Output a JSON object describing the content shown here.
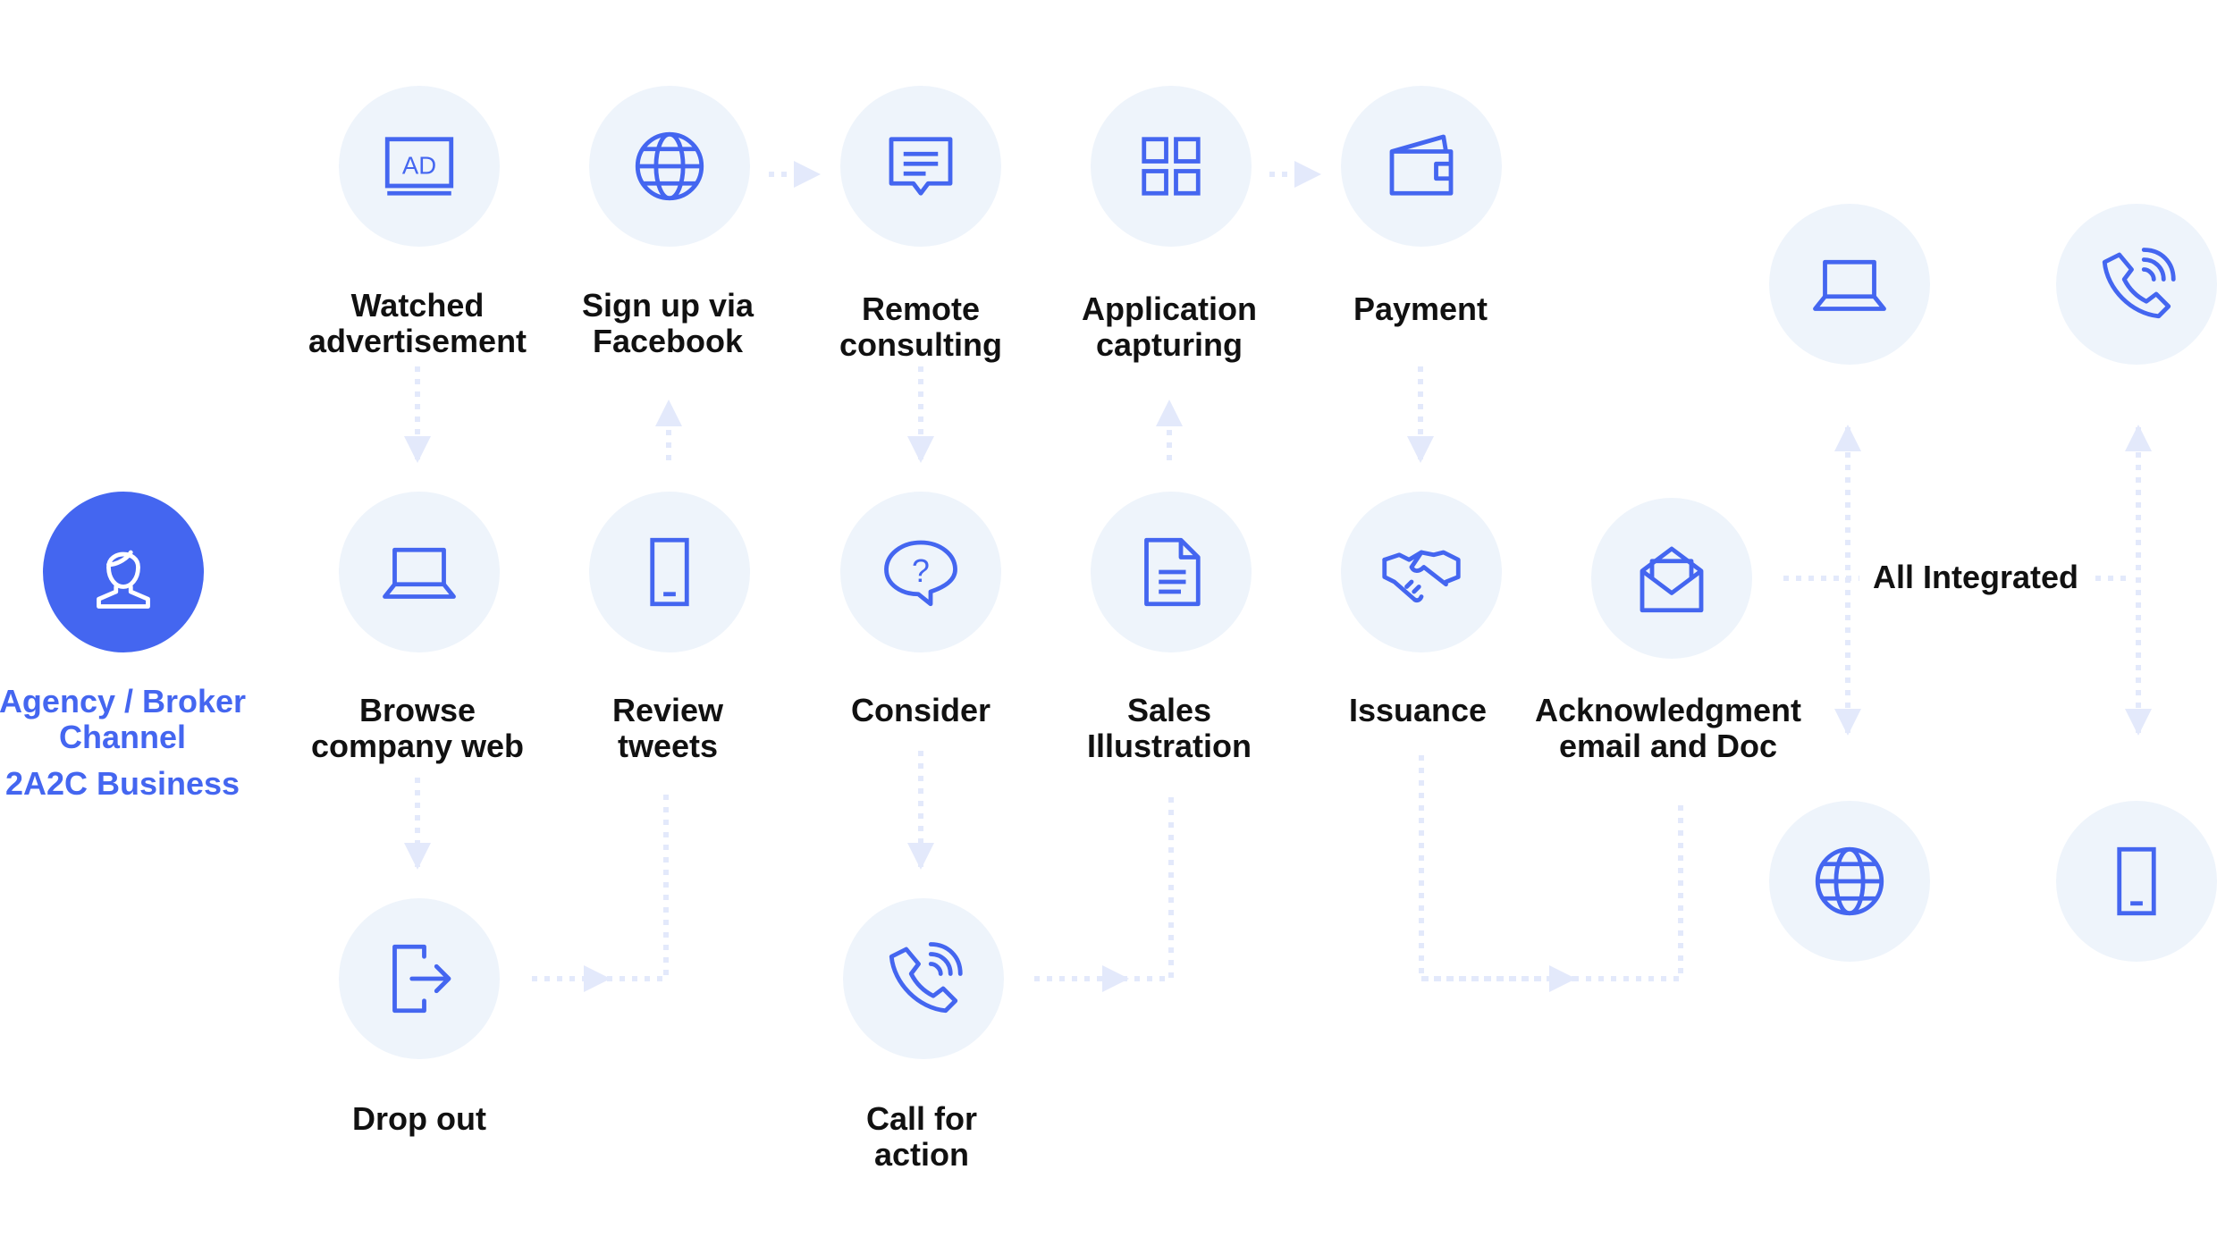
{
  "colors": {
    "accent": "#4466f0",
    "node_bg": "#eef4fb",
    "connector": "#e3e9fb",
    "text": "#111111"
  },
  "source": {
    "icon": "woman-avatar-icon",
    "lines": [
      "Agency / Broker",
      "Channel",
      "2A2C Business"
    ]
  },
  "steps": {
    "watched_ad": {
      "icon": "ad-screen-icon",
      "lines": [
        "Watched",
        "advertisement"
      ]
    },
    "signup_facebook": {
      "icon": "globe-icon",
      "lines": [
        "Sign up via",
        "Facebook"
      ]
    },
    "remote_consulting": {
      "icon": "chat-message-icon",
      "lines": [
        "Remote",
        "consulting"
      ]
    },
    "application_capturing": {
      "icon": "grid-icon",
      "lines": [
        "Application",
        "capturing"
      ]
    },
    "payment": {
      "icon": "wallet-icon",
      "lines": [
        "Payment"
      ]
    },
    "browse_web": {
      "icon": "laptop-icon",
      "lines": [
        "Browse",
        "company web"
      ]
    },
    "review_tweets": {
      "icon": "mobile-phone-icon",
      "lines": [
        "Review",
        "tweets"
      ]
    },
    "consider": {
      "icon": "question-bubble-icon",
      "lines": [
        "Consider"
      ]
    },
    "sales_illustration": {
      "icon": "document-icon",
      "lines": [
        "Sales",
        "Illustration"
      ]
    },
    "issuance": {
      "icon": "handshake-icon",
      "lines": [
        "Issuance"
      ]
    },
    "acknowledgment": {
      "icon": "envelope-icon",
      "lines": [
        "Acknowledgment",
        "email and Doc"
      ]
    },
    "drop_out": {
      "icon": "exit-icon",
      "lines": [
        "Drop out"
      ]
    },
    "call_for_action": {
      "icon": "phone-call-icon",
      "lines": [
        "Call for",
        "action"
      ]
    }
  },
  "integrated": {
    "label": "All Integrated",
    "channels": [
      "laptop-icon",
      "phone-call-icon",
      "globe-icon",
      "mobile-phone-icon"
    ]
  }
}
